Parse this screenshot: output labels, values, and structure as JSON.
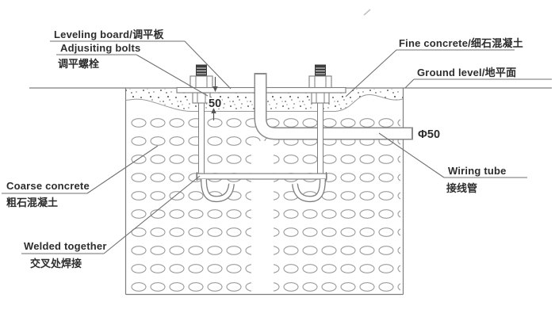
{
  "diagram": {
    "title_semantic": "anchor-bolt-foundation-installation-detail",
    "labels": {
      "leveling_board": "Leveling board/调平板",
      "adjusting_bolts_en": "Adjusiting bolts",
      "adjusting_bolts_zh": "调平螺栓",
      "fine_concrete": "Fine concrete/细石混凝土",
      "ground_level": "Ground level/地平面",
      "tube_diameter": "Φ50",
      "wiring_tube_en": "Wiring tube",
      "wiring_tube_zh": "接线管",
      "coarse_concrete_en": "Coarse concrete",
      "coarse_concrete_zh": "粗石混凝土",
      "welded_together_en": "Welded together",
      "welded_together_zh": "交叉处焊接",
      "dimension_gap": "50"
    },
    "colors": {
      "line_grey": "#7e7e7e",
      "oval_grey": "#9c9c9c",
      "leader_grey": "#6f6f6f",
      "text_dark": "#2d2d2d",
      "diameter_green": "#3f9e6e",
      "stud_dark": "#3c3c3c",
      "background": "#ffffff"
    }
  }
}
